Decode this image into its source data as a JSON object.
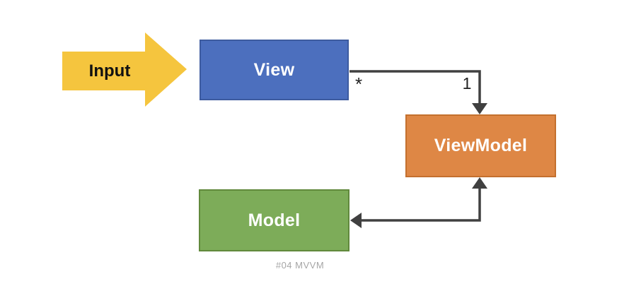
{
  "diagram": {
    "caption": "#04 MVVM",
    "input_arrow": {
      "label": "Input"
    },
    "nodes": [
      {
        "id": "view",
        "label": "View"
      },
      {
        "id": "viewmodel",
        "label": "ViewModel"
      },
      {
        "id": "model",
        "label": "Model"
      }
    ],
    "connectors": [
      {
        "from": "View",
        "to": "ViewModel",
        "source_multiplicity": "*",
        "target_multiplicity": "1",
        "style": "elbow, arrowhead into top of ViewModel"
      },
      {
        "from": "ViewModel",
        "to": "Model",
        "style": "elbow, double-headed: up into bottom of ViewModel, left into right side of Model"
      }
    ]
  },
  "colors": {
    "background": "#FFFFFF",
    "input_arrow": "#F5C53E",
    "view_fill": "#4C6FBE",
    "view_border": "#3D5B9F",
    "viewmodel_fill": "#DE8745",
    "viewmodel_border": "#C4702E",
    "model_fill": "#7DAC59",
    "model_border": "#61893C",
    "connector": "#404040",
    "node_text": "#FFFFFF",
    "label_text": "#111111",
    "caption_text": "#A6A6A6"
  }
}
